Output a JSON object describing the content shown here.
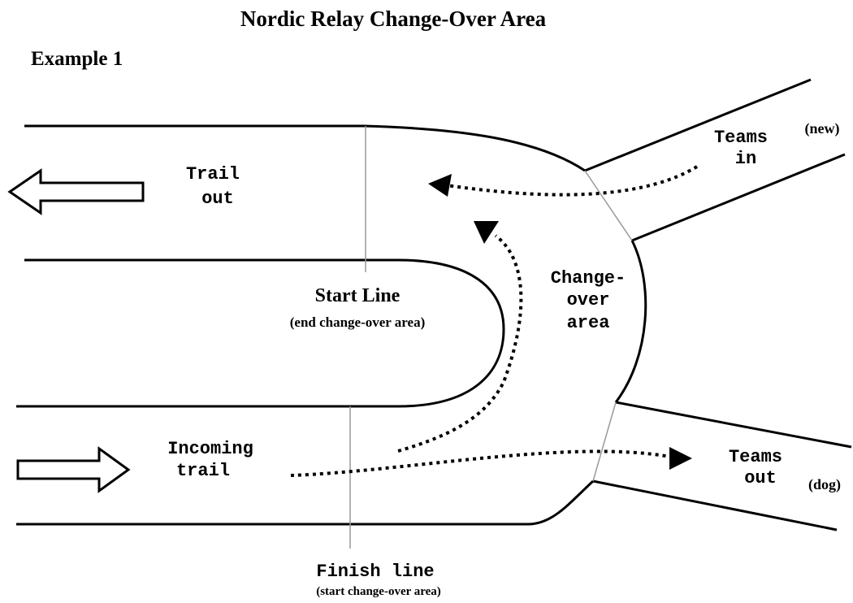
{
  "title": "Nordic Relay Change-Over Area",
  "subtitle": "Example 1",
  "labels": {
    "trail_out_1": "Trail",
    "trail_out_2": "out",
    "teams_in_1": "Teams",
    "teams_in_2": "in",
    "teams_in_note": "(new)",
    "changeover_1": "Change-",
    "changeover_2": "over",
    "changeover_3": "area",
    "start_line": "Start Line",
    "start_line_note": "(end change-over area)",
    "incoming_1": "Incoming",
    "incoming_2": "trail",
    "teams_out_1": "Teams",
    "teams_out_2": "out",
    "teams_out_note": "(dog)",
    "finish_line": "Finish line",
    "finish_line_note": "(start change-over area)"
  },
  "colors": {
    "line": "#000000",
    "marker_line": "#999999",
    "background": "#ffffff"
  }
}
